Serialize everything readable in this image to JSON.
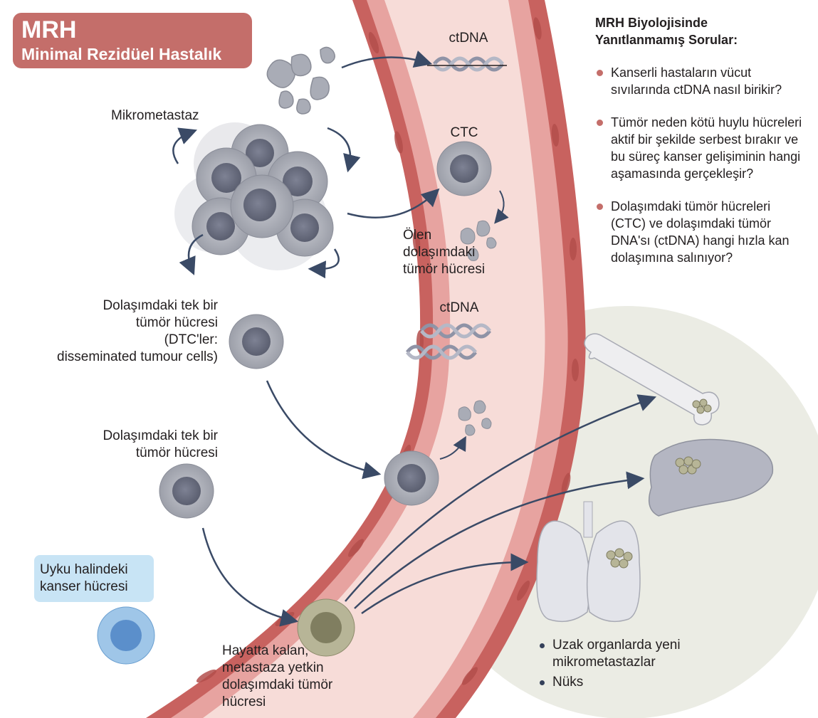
{
  "header": {
    "abbr": "MRH",
    "full": "Minimal Rezidüel Hastalık"
  },
  "questions": {
    "title_line1": "MRH Biyolojisinde",
    "title_line2": "Yanıtlanmamış Sorular:",
    "items": [
      "Kanserli hastaların vücut sıvılarında ctDNA nasıl birikir?",
      "Tümör neden kötü huylu hücreleri aktif bir şekilde serbest bırakır ve bu süreç kanser gelişiminin hangi aşamasında gerçekleşir?",
      "Dolaşımdaki tümör hücreleri (CTC) ve dolaşımdaki tümör DNA'sı (ctDNA) hangi hızla kan dolaşımına salınıyor?"
    ]
  },
  "labels": {
    "ctdna_top": "ctDNA",
    "ctc": "CTC",
    "mikrometastaz": "Mikrometastaz",
    "dying_ctc_1": "Ölen",
    "dying_ctc_2": "dolaşımdaki",
    "dying_ctc_3": "tümör hücresi",
    "ctdna_mid": "ctDNA",
    "dtc_1": "Dolaşımdaki tek bir",
    "dtc_2": "tümör hücresi",
    "dtc_3": "(DTC'ler:",
    "dtc_4": "disseminated tumour cells)",
    "single_1": "Dolaşımdaki tek bir",
    "single_2": "tümör hücresi",
    "sleeping_1": "Uyku halindeki",
    "sleeping_2": "kanser hücresi",
    "surviving_1": "Hayatta kalan,",
    "surviving_2": "metastaza yetkin",
    "surviving_3": "dolaşımdaki tümör",
    "surviving_4": "hücresi"
  },
  "outcomes": [
    "Uzak organlarda yeni mikrometastazlar",
    "Nüks"
  ],
  "colors": {
    "badge": "#c46e6a",
    "vessel_wall": "#c8625f",
    "vessel_lumen": "#f7dcd8",
    "organ_circle": "#ebece4",
    "arrow": "#3a4a66",
    "bullet": "#c46e6a"
  }
}
